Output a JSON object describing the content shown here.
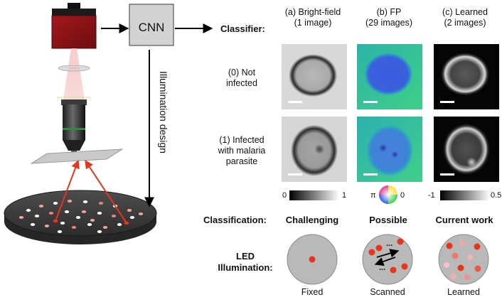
{
  "cnn_label": "CNN",
  "classifier_label": "Classifier:",
  "illumination_design_label": "Illumination design",
  "columns": [
    {
      "title": "(a) Bright-field",
      "subtitle": "(1 image)"
    },
    {
      "title": "(b) FP",
      "subtitle": "(29 images)"
    },
    {
      "title": "(c) Learned",
      "subtitle": "(2 images)"
    }
  ],
  "rows": [
    {
      "line1": "(0) Not",
      "line2": "infected",
      "line3": ""
    },
    {
      "line1": "(1) Infected",
      "line2": "with malaria",
      "line3": "parasite"
    }
  ],
  "colorbars": {
    "bf": {
      "min": "0",
      "max": "1"
    },
    "fp": {
      "min": "π",
      "max": "0"
    },
    "learned": {
      "min": "-1",
      "max": "0.5"
    }
  },
  "classification": {
    "label": "Classification:",
    "values": [
      "Challenging",
      "Possible",
      "Current work"
    ]
  },
  "led": {
    "label_line1": "LED",
    "label_line2": "Illumination:",
    "patterns": [
      "Fixed",
      "Scanned",
      "Learned"
    ],
    "ellipsis": "..."
  },
  "colors": {
    "arrow_red": "#e8341c",
    "fp_teal": "#2fb89a",
    "fp_blue": "#2f5fd0",
    "led_disk": "#b9b9b9",
    "cnn_box": "#d3d3d3"
  }
}
